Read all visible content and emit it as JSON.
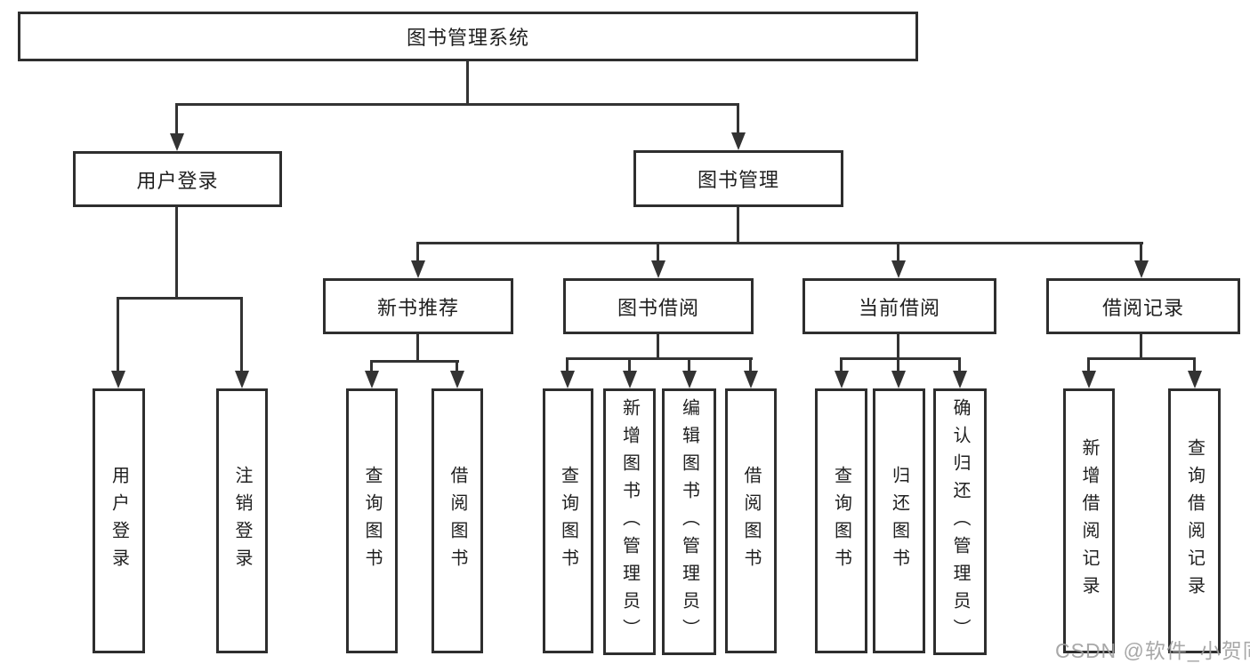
{
  "tree": {
    "label": "图书管理系统",
    "children": [
      {
        "label": "用户登录",
        "children": [
          {
            "label": "用户登录"
          },
          {
            "label": "注销登录"
          }
        ]
      },
      {
        "label": "图书管理",
        "children": [
          {
            "label": "新书推荐",
            "children": [
              {
                "label": "查询图书"
              },
              {
                "label": "借阅图书"
              }
            ]
          },
          {
            "label": "图书借阅",
            "children": [
              {
                "label": "查询图书"
              },
              {
                "label": "新增图书（管理员）"
              },
              {
                "label": "编辑图书（管理员）"
              },
              {
                "label": "借阅图书"
              }
            ]
          },
          {
            "label": "当前借阅",
            "children": [
              {
                "label": "查询图书"
              },
              {
                "label": "归还图书"
              },
              {
                "label": "确认归还（管理员）"
              }
            ]
          },
          {
            "label": "借阅记录",
            "children": [
              {
                "label": "新增借阅记录"
              },
              {
                "label": "查询借阅记录"
              }
            ]
          }
        ]
      }
    ]
  },
  "watermark": "CSDN @软件_小贺同学",
  "colors": {
    "background": "#ffffff",
    "box_border": "#2e2e2e",
    "line": "#333333",
    "text": "#1f1f1f",
    "watermark": "#9e9e9e"
  }
}
